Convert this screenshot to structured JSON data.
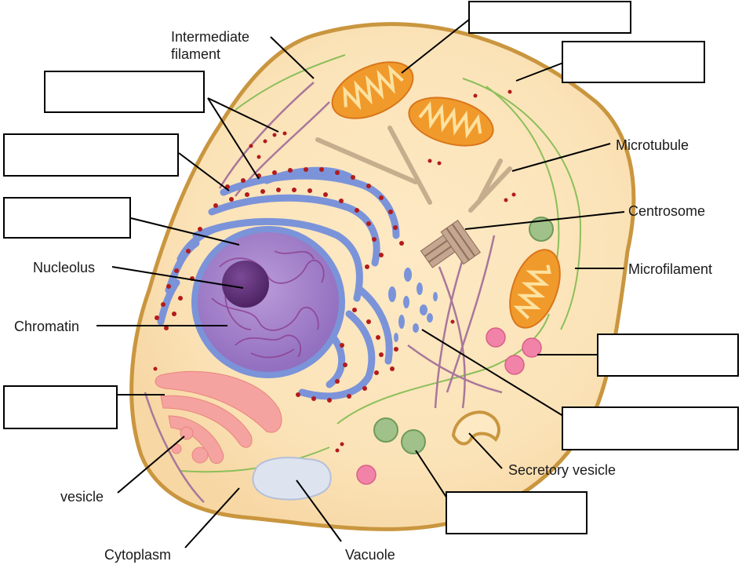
{
  "labels": {
    "intermediate_filament": "Intermediate\nfilament",
    "microtubule": "Microtubule",
    "centrosome": "Centrosome",
    "microfilament": "Microfilament",
    "nucleolus": "Nucleolus",
    "chromatin": "Chromatin",
    "vesicle": "vesicle",
    "cytoplasm": "Cytoplasm",
    "vacuole": "Vacuole",
    "secretory_vesicle": "Secretory vesicle"
  },
  "answer_boxes": [
    "",
    "",
    "",
    "",
    "",
    "",
    "",
    "",
    "",
    ""
  ],
  "colors": {
    "cytoplasm": "#fbe3b8",
    "membrane": "#c9963f",
    "er": "#7b93d9",
    "ribosome": "#b31b1b",
    "nucleus": "#9d79c4",
    "nucleolus": "#5a2f72",
    "mitochondria": "#f09a2c",
    "golgi": "#f5a3a0",
    "lysosome": "#ef7d9c",
    "centrosome": "#b99a86",
    "leader": "#000000"
  }
}
